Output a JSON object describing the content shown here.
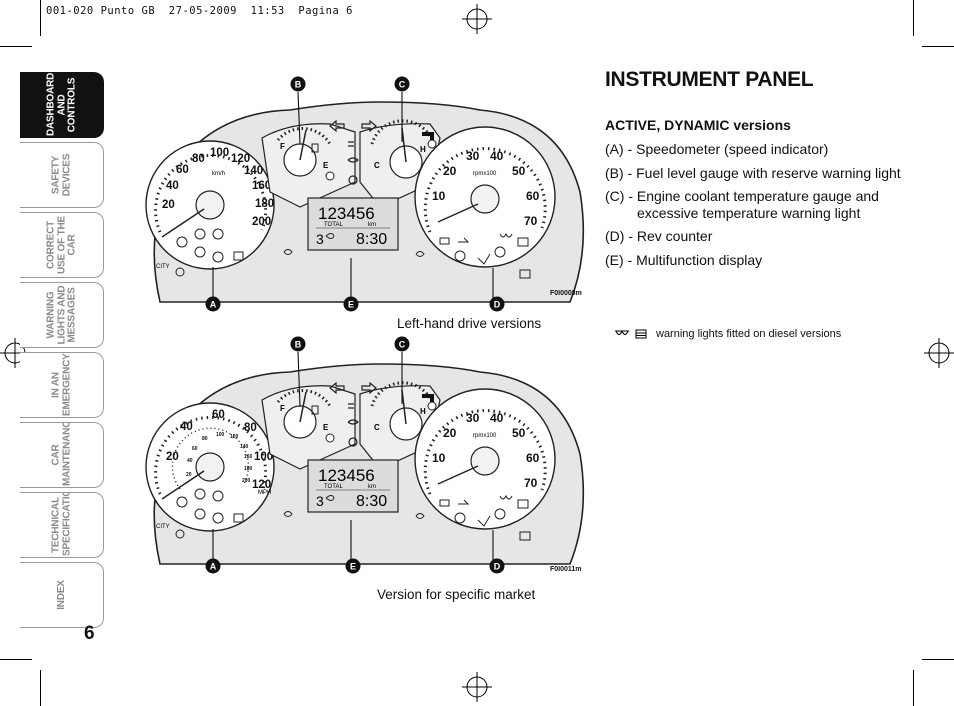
{
  "header": {
    "text": "001-020 Punto GB  27-05-2009  11:53  Pagina 6"
  },
  "sidebar": {
    "tabs": [
      {
        "label": "DASHBOARD AND CONTROLS",
        "active": true
      },
      {
        "label": "SAFETY DEVICES",
        "active": false
      },
      {
        "label": "CORRECT USE OF THE CAR",
        "active": false
      },
      {
        "label": "WARNING LIGHTS AND MESSAGES",
        "active": false
      },
      {
        "label": "IN AN EMERGENCY",
        "active": false
      },
      {
        "label": "CAR MAINTENANCE",
        "active": false
      },
      {
        "label": "TECHNICAL SPECIFICATIONS",
        "active": false
      },
      {
        "label": "INDEX",
        "active": false
      }
    ]
  },
  "page": {
    "number": "6"
  },
  "section": {
    "title": "INSTRUMENT PANEL",
    "subtitle": "ACTIVE, DYNAMIC versions",
    "legend": [
      "(A) - Speedometer (speed indicator)",
      "(B) - Fuel level gauge with reserve warning light",
      "(C) - Engine coolant temperature gauge and excessive temperature warning light",
      "(D) - Rev counter",
      "(E) - Multifunction display"
    ],
    "note": "warning lights fitted on diesel versions"
  },
  "figure1": {
    "caption": "Left-hand drive versions",
    "code": "F0I0008m",
    "speed_labels": [
      "20",
      "40",
      "60",
      "80",
      "100",
      "120",
      "140",
      "160",
      "180",
      "200"
    ],
    "speed_unit": "km/h",
    "rev_labels": [
      "10",
      "20",
      "30",
      "40",
      "50",
      "60",
      "70"
    ],
    "rev_unit": "rpmx100",
    "odometer": "123456",
    "odo_total": "TOTAL",
    "odo_unit": "km",
    "clock": "8:30",
    "gear_digit": "3",
    "city": "CITY"
  },
  "figure2": {
    "caption": "Version for specific market",
    "code": "F0I0011m",
    "speed_labels": [
      "20",
      "40",
      "60",
      "80",
      "100",
      "120"
    ],
    "speed_inner_labels": [
      "20",
      "40",
      "60",
      "80",
      "100",
      "120",
      "140",
      "160",
      "180",
      "200"
    ],
    "speed_unit": "MPH",
    "rev_labels": [
      "10",
      "20",
      "30",
      "40",
      "50",
      "60",
      "70"
    ],
    "rev_unit": "rpmx100",
    "odometer": "123456",
    "odo_total": "TOTAL",
    "odo_unit": "km",
    "clock": "8:30",
    "gear_digit": "3",
    "city": "CITY"
  },
  "callouts": {
    "a": "A",
    "b": "B",
    "c": "C",
    "d": "D",
    "e": "E"
  },
  "gauge_letters": {
    "fuel_full": "F",
    "fuel_empty": "E",
    "cold": "C",
    "hot": "H"
  }
}
